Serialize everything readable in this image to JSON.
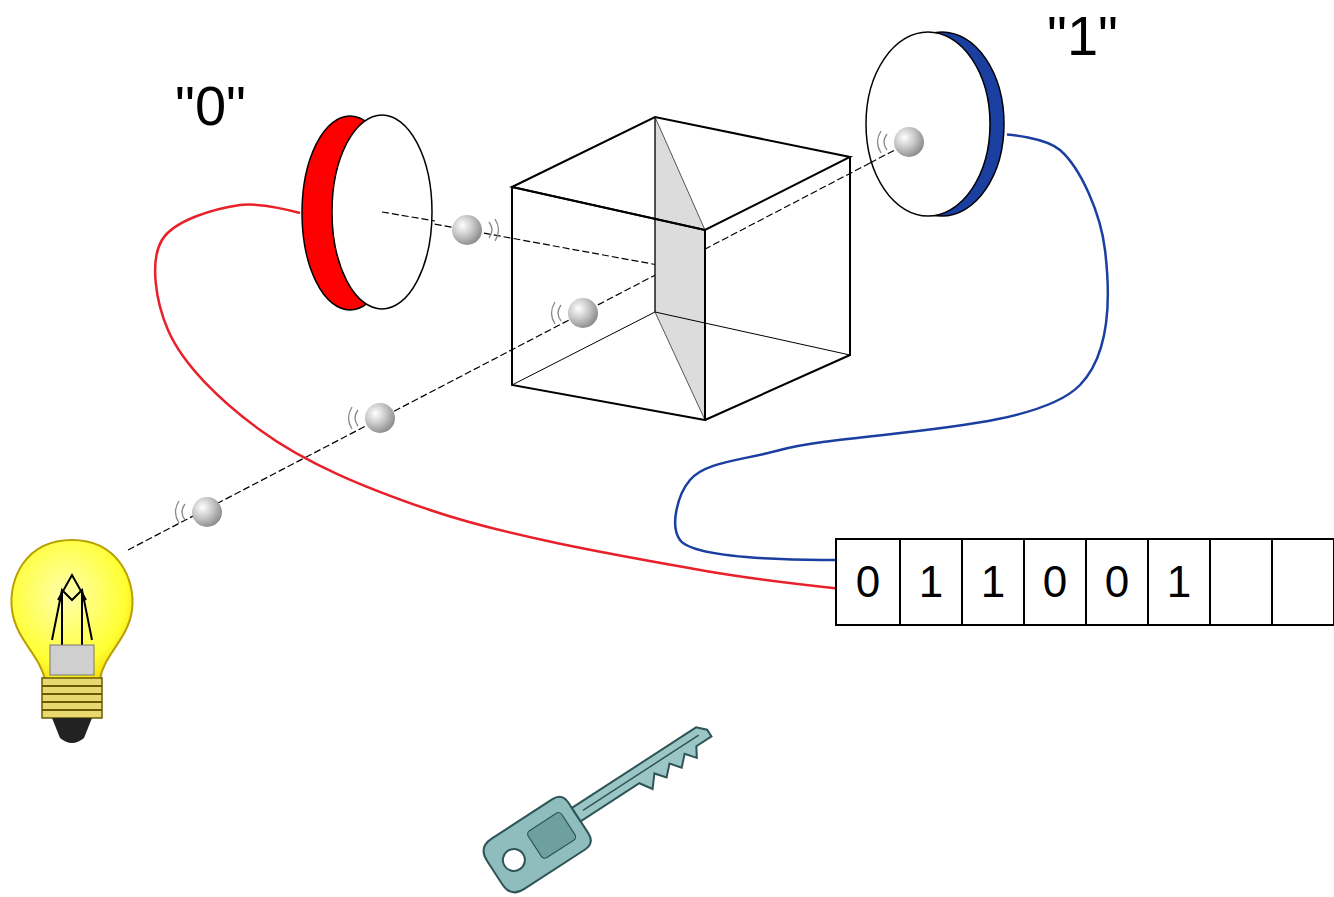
{
  "diagram": {
    "nodes": [
      {
        "text": [
          "\"0\""
        ]
      },
      {
        "text": [
          "\"1\""
        ]
      },
      {
        "text": [
          "0",
          "1",
          "1",
          "0",
          "0",
          "1"
        ]
      }
    ],
    "edges": [
      {
        "from": 0,
        "to": 2,
        "arrow": "none"
      },
      {
        "from": 1,
        "to": 2,
        "arrow": "none"
      }
    ]
  }
}
